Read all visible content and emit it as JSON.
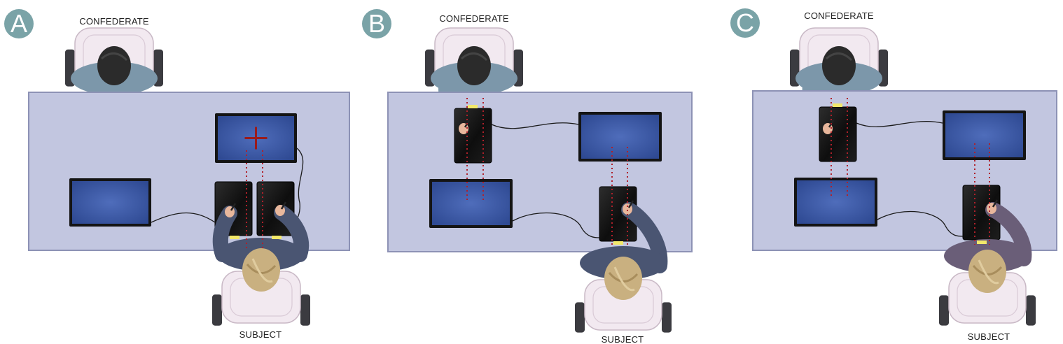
{
  "colors": {
    "badge": "#7aa3a7",
    "table": "#c2c6e0",
    "table_border": "#8d92b5",
    "monitor_screen": "#3f5dab",
    "tablet": "#111111",
    "sight_line": "#b0202a",
    "cross": "#9b1b1b",
    "chair_cushion": "#f2e9f0"
  },
  "panels": [
    {
      "letter": "A",
      "top_label": "CONFEDERATE",
      "bottom_label": "SUBJECT",
      "confederate_tablet": false,
      "shows_cross": true,
      "subject_tablets": 2
    },
    {
      "letter": "B",
      "top_label": "CONFEDERATE",
      "bottom_label": "SUBJECT",
      "confederate_tablet": true,
      "shows_cross": false,
      "subject_tablets": 1
    },
    {
      "letter": "C",
      "top_label": "CONFEDERATE",
      "bottom_label": "SUBJECT",
      "confederate_tablet": true,
      "shows_cross": false,
      "subject_tablets": 1
    }
  ]
}
